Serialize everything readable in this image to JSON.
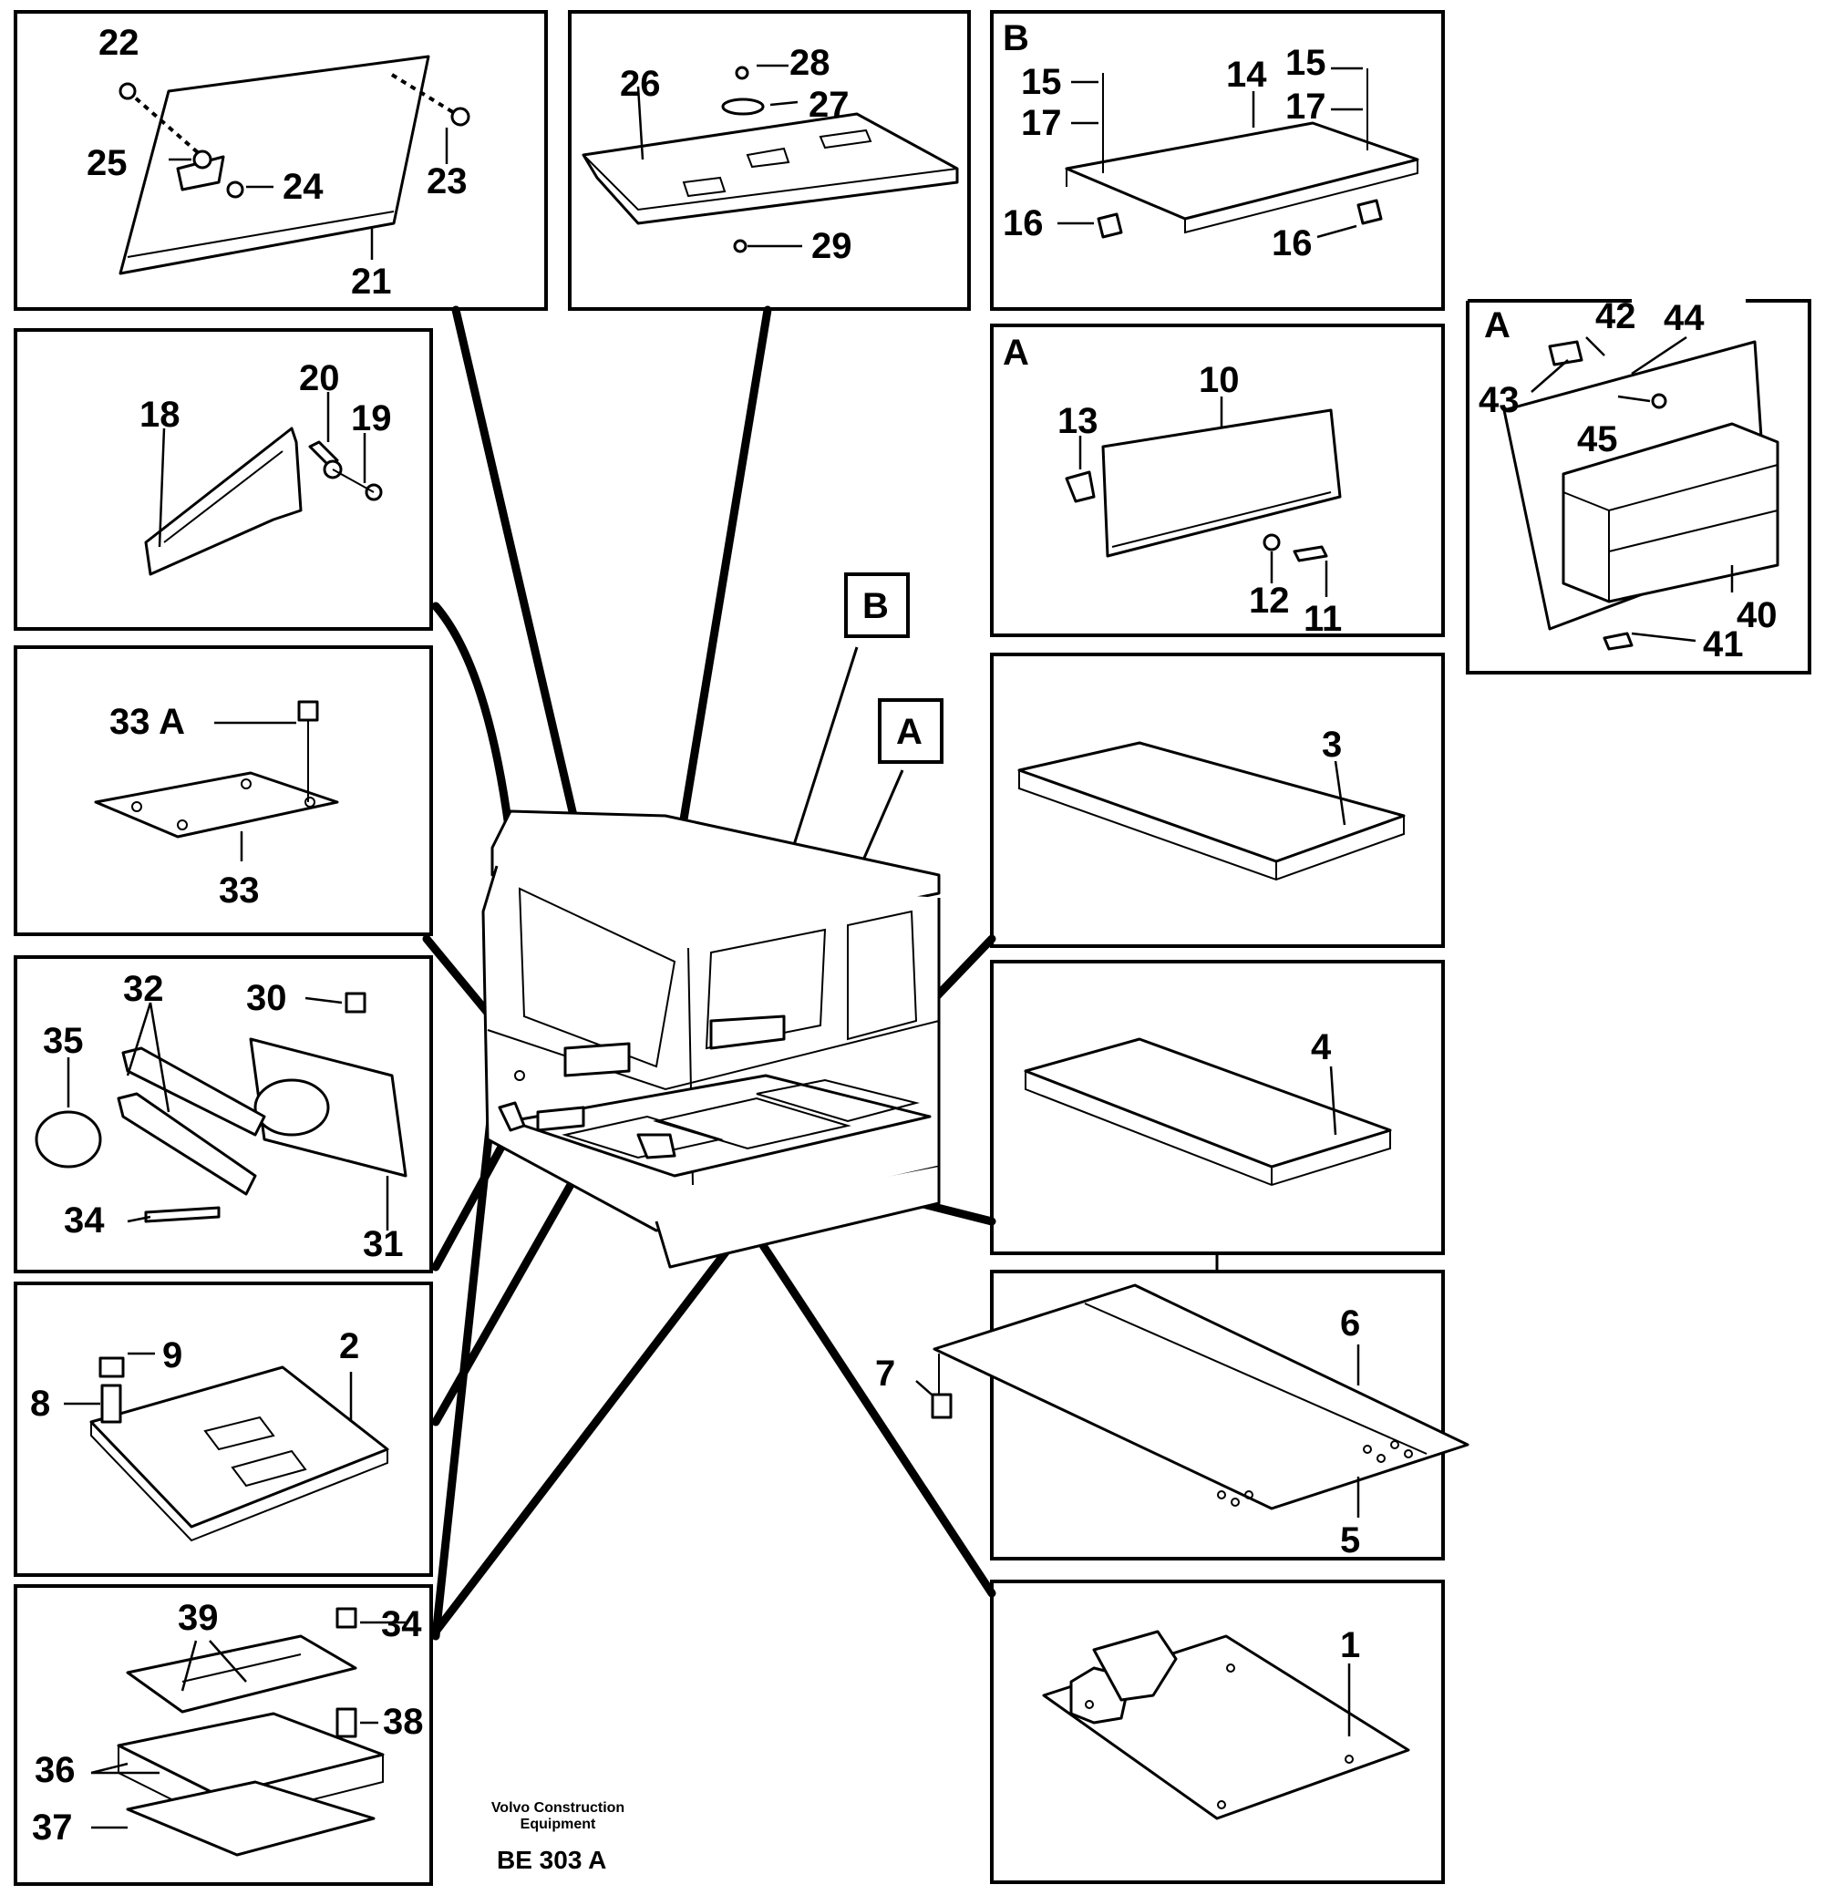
{
  "title": "",
  "panels": [
    {
      "id": "p21",
      "callouts": [
        "22",
        "25",
        "24",
        "23",
        "21"
      ]
    },
    {
      "id": "p26",
      "callouts": [
        "26",
        "28",
        "27",
        "29"
      ]
    },
    {
      "id": "pB",
      "marker": "B",
      "callouts": [
        "15",
        "15",
        "14",
        "17",
        "17",
        "16",
        "16"
      ]
    },
    {
      "id": "p18",
      "callouts": [
        "18",
        "20",
        "19"
      ]
    },
    {
      "id": "pA",
      "marker": "A",
      "callouts": [
        "13",
        "10",
        "12",
        "11"
      ]
    },
    {
      "id": "pA2",
      "marker": "A",
      "callouts": [
        "42",
        "44",
        "43",
        "45",
        "40",
        "41"
      ]
    },
    {
      "id": "p33",
      "callouts": [
        "33 A",
        "33"
      ]
    },
    {
      "id": "p3",
      "callouts": [
        "3"
      ]
    },
    {
      "id": "p35",
      "callouts": [
        "32",
        "30",
        "35",
        "34",
        "31"
      ]
    },
    {
      "id": "p4",
      "callouts": [
        "4"
      ]
    },
    {
      "id": "p2",
      "callouts": [
        "9",
        "2",
        "8"
      ]
    },
    {
      "id": "p6",
      "callouts": [
        "7",
        "6",
        "5"
      ]
    },
    {
      "id": "p39",
      "callouts": [
        "39",
        "34",
        "38",
        "36",
        "37"
      ]
    },
    {
      "id": "p1",
      "callouts": [
        "1"
      ]
    }
  ],
  "center_markers": [
    "B",
    "A"
  ],
  "footer": {
    "company_line1": "Volvo Construction",
    "company_line2": "Equipment",
    "doc_id": "BE 303 A"
  }
}
